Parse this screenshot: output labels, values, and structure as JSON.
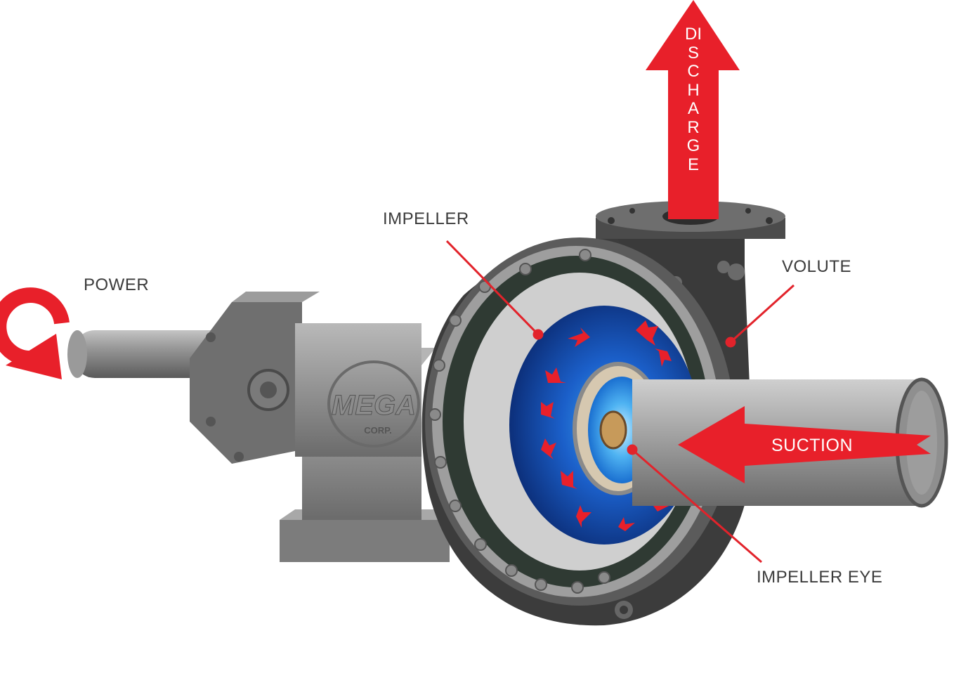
{
  "colors": {
    "arrow_red": "#e8202a",
    "label_text": "#3b3b3b",
    "arrow_text": "#ffffff",
    "leader_line": "#e2232b",
    "metal_gray": "#8a8a8a",
    "dark_casing": "#3a3a3a",
    "impeller_blue": "#1347a8"
  },
  "labels": {
    "power": "POWER",
    "impeller": "IMPELLER",
    "volute": "VOLUTE",
    "impeller_eye": "IMPELLER EYE",
    "suction": "SUCTION",
    "discharge": "DISCHARGE"
  },
  "logo": {
    "text": "MEGA",
    "subtext": "CORP."
  },
  "icons": {
    "rotation": "curved-rotation-arrow-icon",
    "flow": "flow-arrow-icon"
  }
}
